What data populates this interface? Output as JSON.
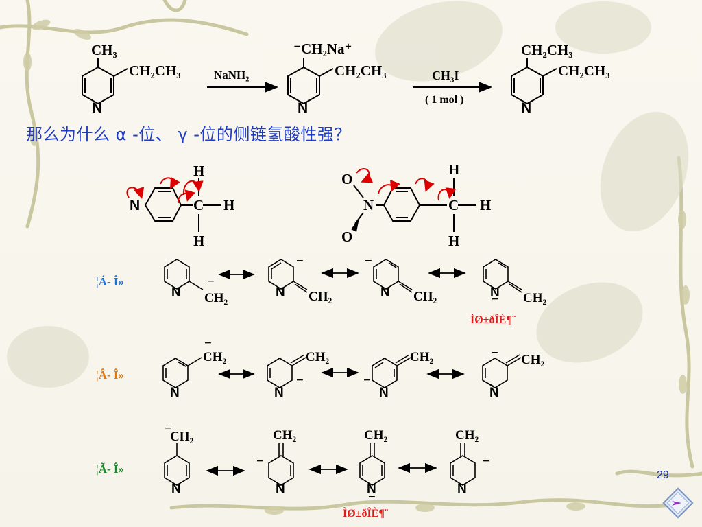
{
  "reaction": {
    "reactant_top": "CH₃",
    "reactant_side": "CH₂CH₃",
    "reagent1": "NaNH₂",
    "intermediate_top": "⁻CH₂Na⁺",
    "intermediate_side": "CH₂CH₃",
    "reagent2": "CH₃I",
    "reagent2_amount": "( 1 mol )",
    "product_top": "CH₂CH₃",
    "product_side": "CH₂CH₃",
    "n": "N"
  },
  "question": "那么为什么 α -位、 γ -位的侧链氢酸性强？",
  "effects": {
    "n": "N",
    "c": "C",
    "h": "H",
    "o": "O"
  },
  "resonance": {
    "n": "N",
    "ch2": "CH₂",
    "minus": "−"
  },
  "labels": {
    "alpha": "¦Á- Î»",
    "beta": "¦Â- Î»",
    "gamma": "¦Ã- Î»"
  },
  "notes": {
    "alpha": "ÌØ±ðÎÈ¶¨",
    "gamma": "ÌØ±ðÎÈ¶¨"
  },
  "page_number": "29"
}
